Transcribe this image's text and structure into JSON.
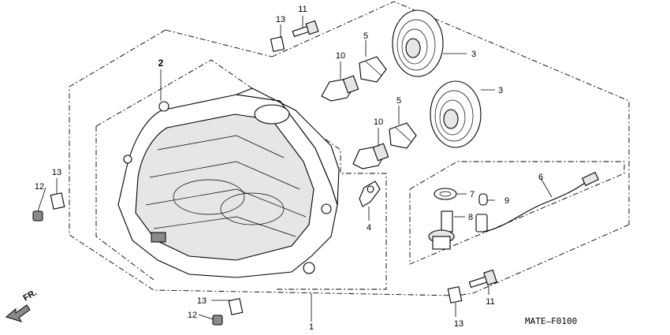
{
  "callouts": {
    "c1": "1",
    "c2": "2",
    "c3a": "3",
    "c3b": "3",
    "c4": "4",
    "c5a": "5",
    "c5b": "5",
    "c6": "6",
    "c7": "7",
    "c8": "8",
    "c9": "9",
    "c10a": "10",
    "c10b": "10",
    "c11a": "11",
    "c11b": "11",
    "c12a": "12",
    "c12b": "12",
    "c13a": "13",
    "c13b": "13",
    "c13c": "13",
    "c13d": "13"
  },
  "direction": "FR.",
  "diagram_code": "MATE—F0100"
}
